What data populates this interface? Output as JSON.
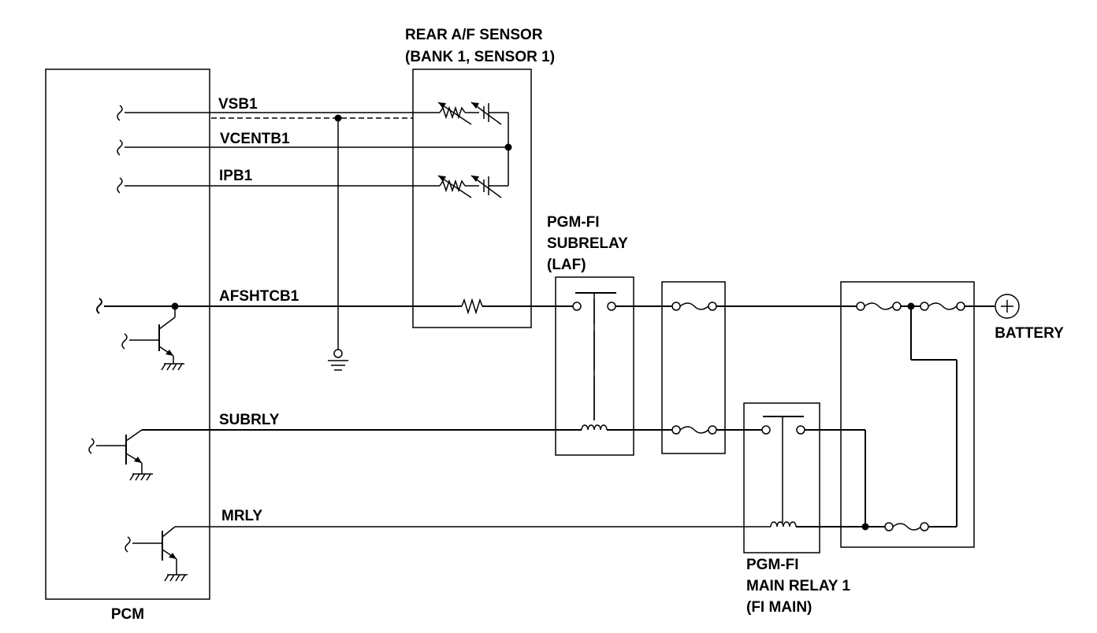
{
  "components": {
    "pcm": "PCM",
    "rear_af_sensor_line1": "REAR A/F SENSOR",
    "rear_af_sensor_line2": "(BANK 1, SENSOR 1)",
    "subrelay_line1": "PGM-FI",
    "subrelay_line2": "SUBRELAY",
    "subrelay_line3": "(LAF)",
    "main_relay_line1": "PGM-FI",
    "main_relay_line2": "MAIN RELAY 1",
    "main_relay_line3": "(FI MAIN)",
    "battery": "BATTERY"
  },
  "wires": {
    "vsb1": "VSB1",
    "vcentb1": "VCENTB1",
    "ipb1": "IPB1",
    "afshtcb1": "AFSHTCB1",
    "subrly": "SUBRLY",
    "mrly": "MRLY"
  }
}
